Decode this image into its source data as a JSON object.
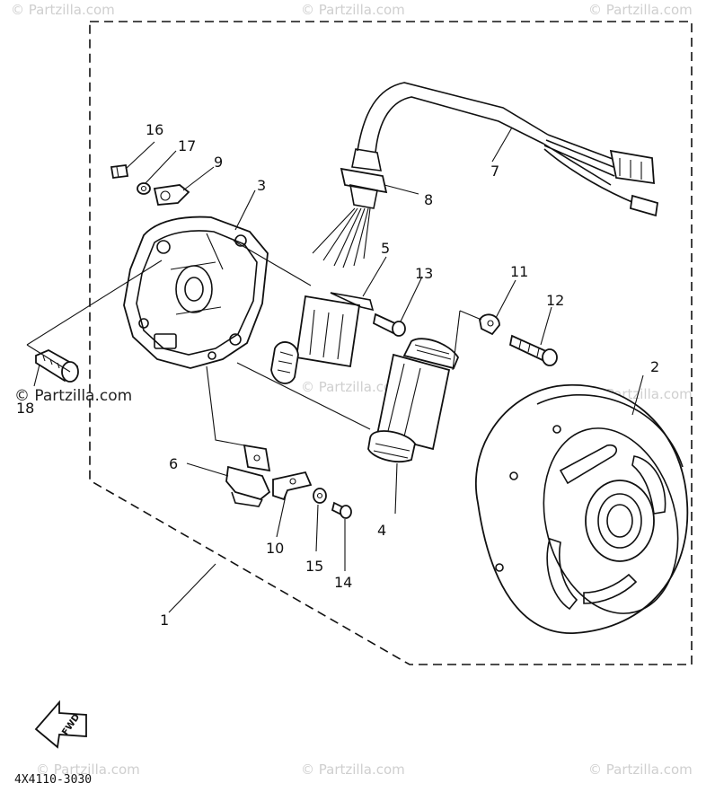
{
  "diagram": {
    "part_labels": {
      "p1": "1",
      "p2": "2",
      "p3": "3",
      "p4": "4",
      "p5": "5",
      "p6": "6",
      "p7": "7",
      "p8": "8",
      "p9": "9",
      "p10": "10",
      "p11": "11",
      "p12": "12",
      "p13": "13",
      "p14": "14",
      "p15": "15",
      "p16": "16",
      "p17": "17",
      "p18": "18"
    },
    "fwd_label": "FWD",
    "diagram_code": "4X4110-3030"
  },
  "watermark": {
    "main": "© Partzilla.com",
    "tile": "© Partzilla.com"
  }
}
